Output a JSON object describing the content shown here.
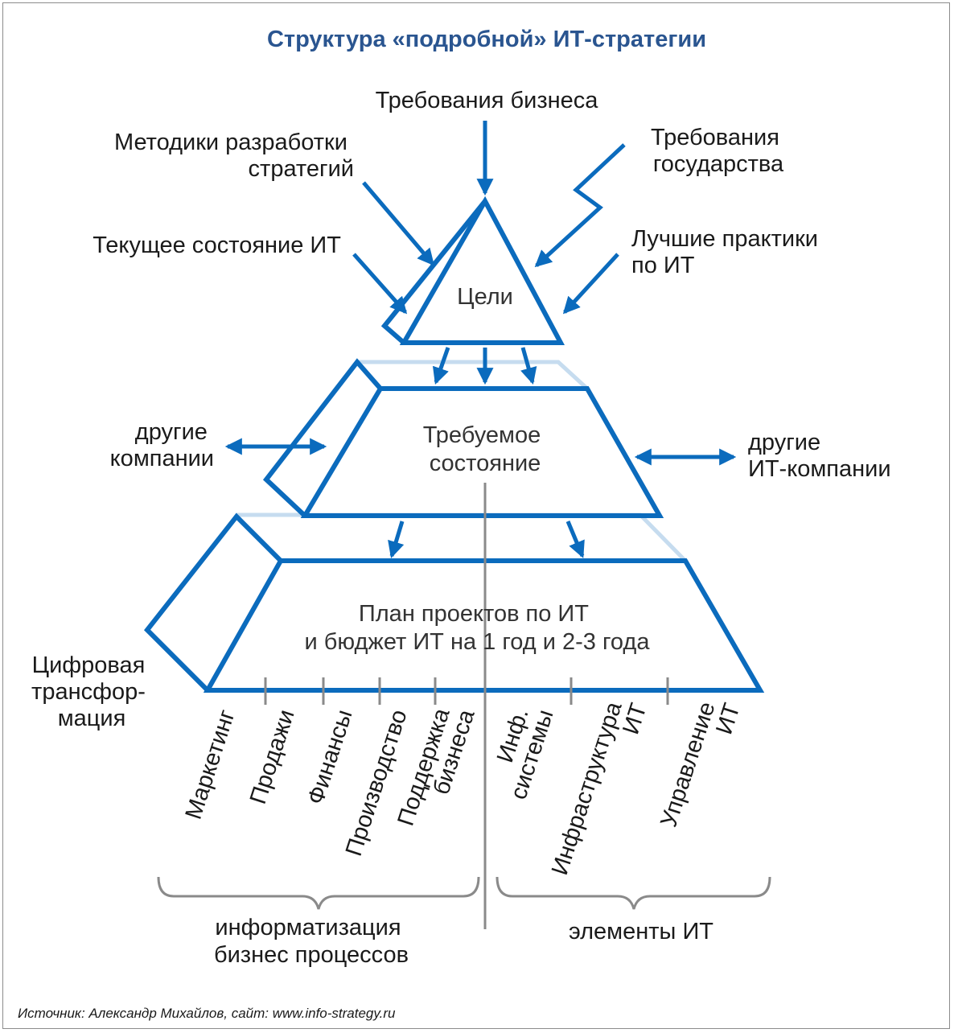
{
  "title": "Структура «подробной» ИТ-стратегии",
  "inputs": {
    "business": "Требования бизнеса",
    "methods": [
      "Методики разработки",
      "стратегий"
    ],
    "state_req": [
      "Требования",
      "государства"
    ],
    "current": "Текущее состояние ИТ",
    "best": [
      "Лучшие практики",
      "по ИТ"
    ]
  },
  "levels": {
    "goals": "Цели",
    "target": [
      "Требуемое",
      "состояние"
    ],
    "plan": [
      "План проектов по ИТ",
      "и бюджет ИТ на 1 год и 2-3 года"
    ]
  },
  "side": {
    "left_companies": [
      "другие",
      "компании"
    ],
    "right_companies": [
      "другие",
      "ИТ-компании"
    ],
    "digital": [
      "Цифровая",
      "трансфор-",
      "мация"
    ]
  },
  "business_areas": [
    [
      "Маркетинг"
    ],
    [
      "Продажи"
    ],
    [
      "Финансы"
    ],
    [
      "Производство"
    ],
    [
      "Поддержка",
      "бизнеса"
    ]
  ],
  "it_elements": [
    [
      "Инф.",
      "системы"
    ],
    [
      "Инфраструктура",
      "ИТ"
    ],
    [
      "Управление",
      "ИТ"
    ]
  ],
  "groups": {
    "business": [
      "информатизация",
      "бизнес процессов"
    ],
    "it": "элементы ИТ"
  },
  "source": "Источник: Александр Михайлов, сайт: www.info-strategy.ru",
  "colors": {
    "accent": "#0b6bbd",
    "title": "#2a5590",
    "shadow": "#c6dcef",
    "divider": "#8a8a8a"
  }
}
